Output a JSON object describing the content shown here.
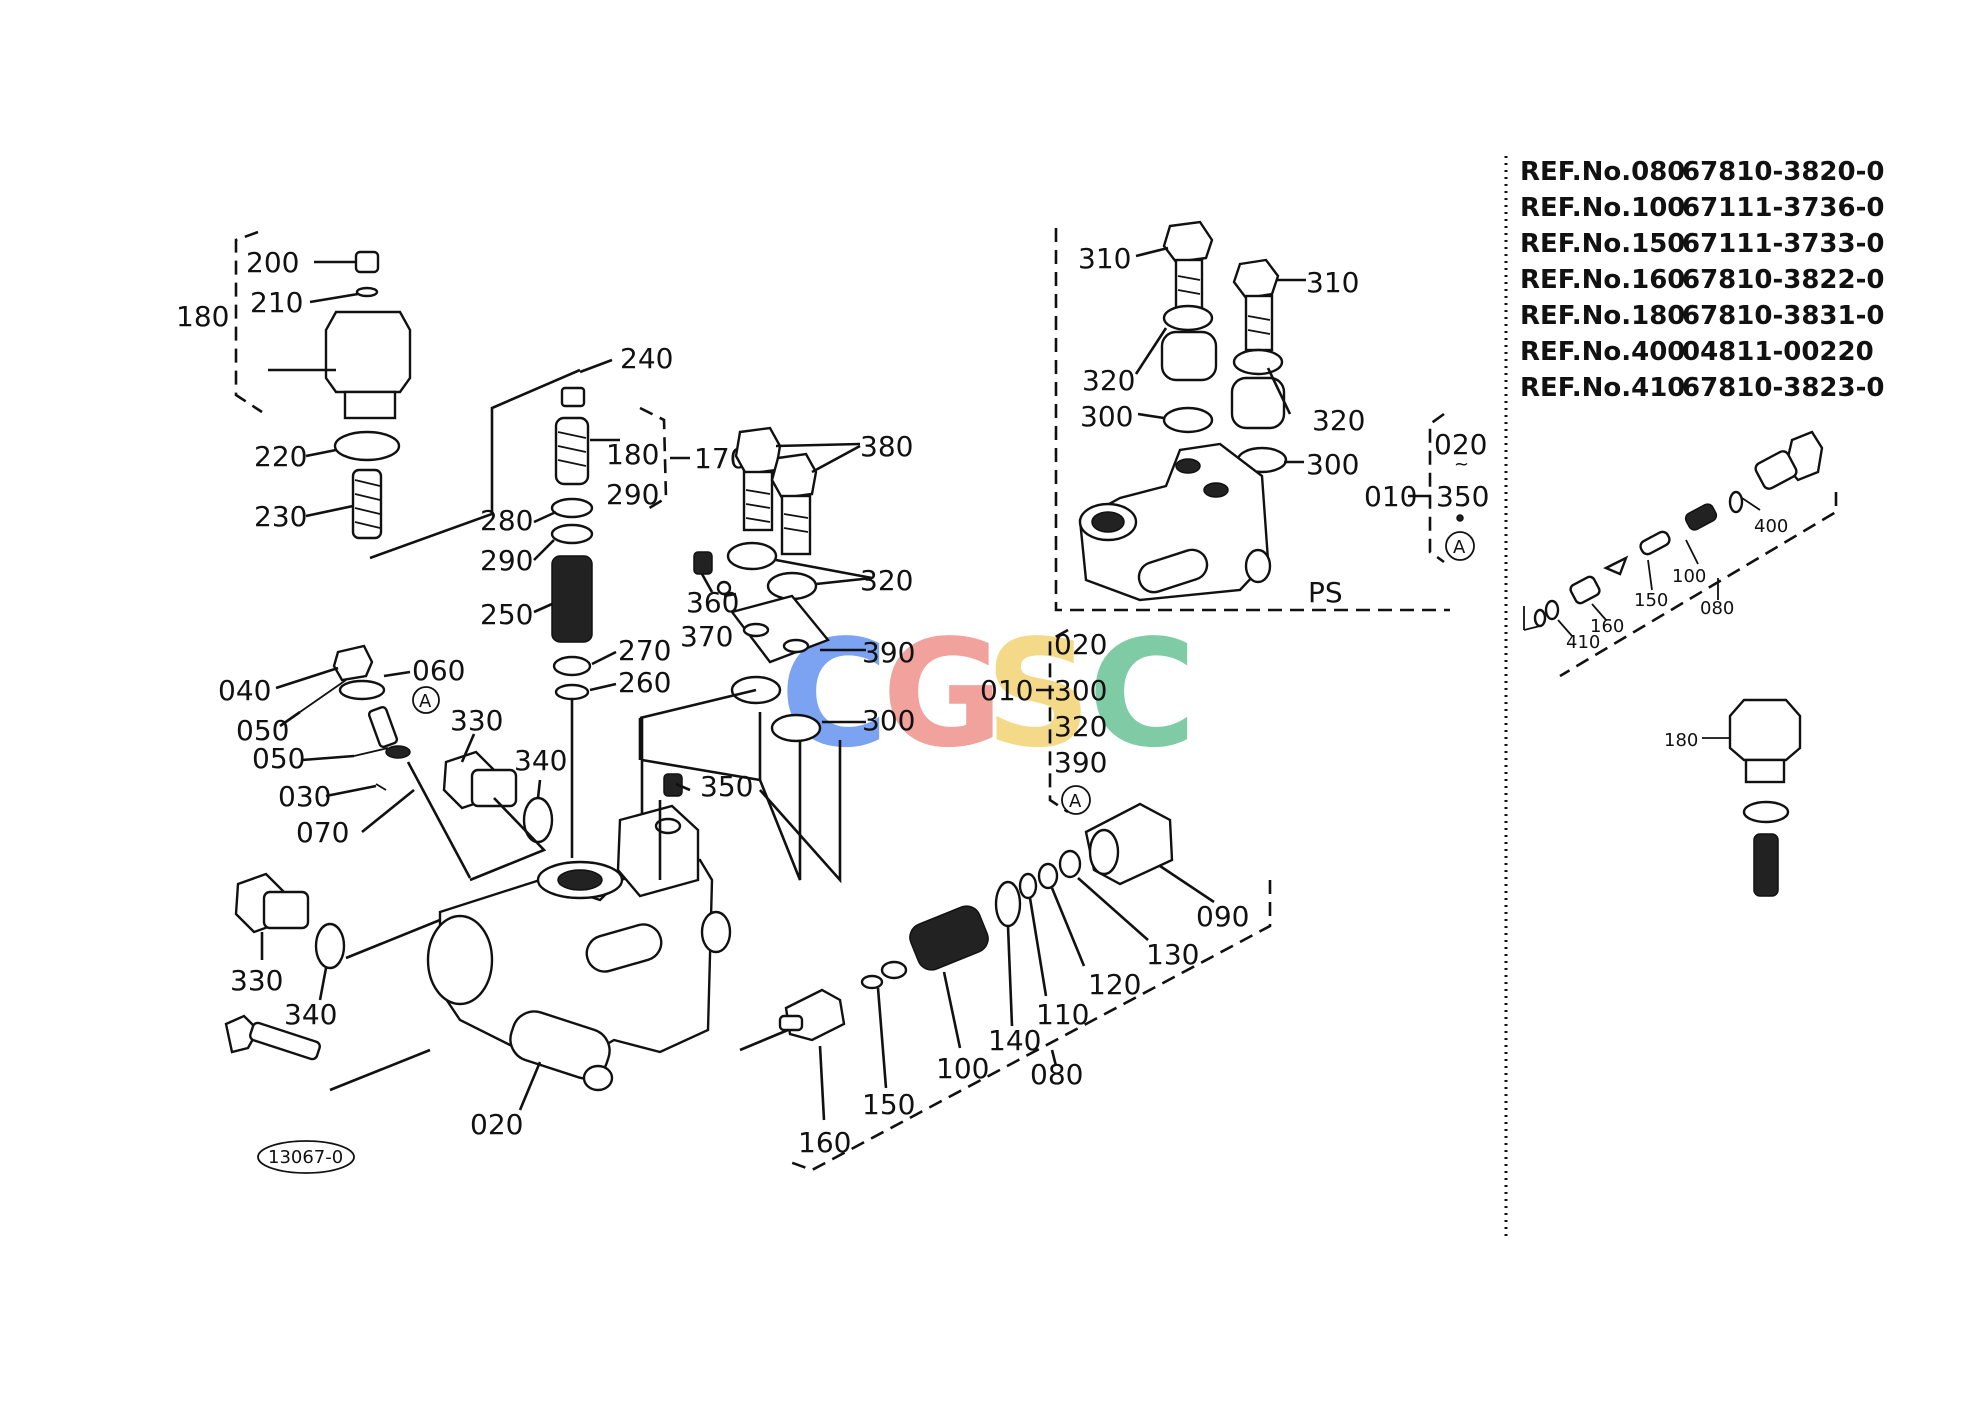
{
  "ref_table": [
    {
      "ref": "REF.No.080",
      "part": "67810-3820-0"
    },
    {
      "ref": "REF.No.100",
      "part": "67111-3736-0"
    },
    {
      "ref": "REF.No.150",
      "part": "67111-3733-0"
    },
    {
      "ref": "REF.No.160",
      "part": "67810-3822-0"
    },
    {
      "ref": "REF.No.180",
      "part": "67810-3831-0"
    },
    {
      "ref": "REF.No.400",
      "part": "04811-00220"
    },
    {
      "ref": "REF.No.410",
      "part": "67810-3823-0"
    }
  ],
  "callouts": {
    "c200": "200",
    "c210": "210",
    "c180a": "180",
    "c220": "220",
    "c230": "230",
    "c240": "240",
    "c180b": "180",
    "c170": "170",
    "c290a": "290",
    "c280": "280",
    "c290b": "290",
    "c250": "250",
    "c270": "270",
    "c260": "260",
    "c380": "380",
    "c360": "360",
    "c370": "370",
    "c320a": "320",
    "c390a": "390",
    "c300a": "300",
    "c350a": "350",
    "c040": "040",
    "c060": "060",
    "c050a": "050",
    "c050b": "050",
    "c030": "030",
    "c070": "070",
    "c330a": "330",
    "c340a": "340",
    "c330b": "330",
    "c340b": "340",
    "c020a": "020",
    "c160": "160",
    "c150": "150",
    "c100": "100",
    "c140": "140",
    "c110": "110",
    "c120": "120",
    "c130": "130",
    "c090": "090",
    "c080": "080",
    "c010a": "010",
    "c020b": "020",
    "c300b": "300",
    "c320b": "320",
    "c390b": "390",
    "c310a": "310",
    "c310b": "310",
    "c320c": "320",
    "c320d": "320",
    "c300c": "300",
    "c300d": "300",
    "ps": "PS",
    "c020c": "020",
    "c010b": "010",
    "c350b": "350",
    "circle_a1": "A",
    "circle_a2": "A",
    "circle_a3": "A",
    "s400": "400",
    "s100": "100",
    "s150": "150",
    "s160": "160",
    "s410": "410",
    "s080": "080",
    "s180": "180"
  },
  "drawing_id": "13067-0",
  "watermark": {
    "letters": [
      "C",
      "G",
      "S",
      "C"
    ],
    "colors": [
      "#5b8def",
      "#ee8c84",
      "#f2d16b",
      "#5fbf8f"
    ]
  }
}
